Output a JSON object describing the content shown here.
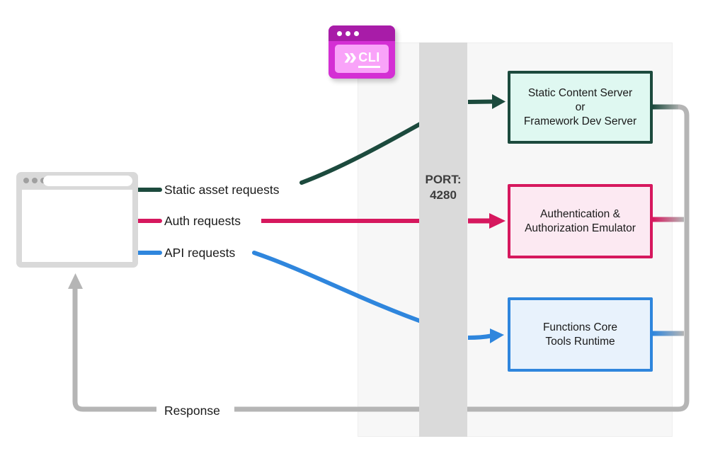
{
  "diagram": {
    "labels": {
      "static_requests": "Static asset requests",
      "auth_requests": "Auth requests",
      "api_requests": "API requests",
      "response": "Response"
    },
    "port": {
      "line1": "PORT:",
      "line2": "4280"
    },
    "cli_icon": {
      "chevrons": "»",
      "label": "CLI"
    },
    "boxes": [
      {
        "id": "static-content-server",
        "lines": [
          "Static Content Server",
          "or",
          "Framework Dev Server"
        ]
      },
      {
        "id": "auth-emulator",
        "lines": [
          "Authentication &",
          "Authorization Emulator"
        ]
      },
      {
        "id": "functions-runtime",
        "lines": [
          "Functions Core",
          "Tools Runtime"
        ]
      }
    ],
    "colors": {
      "green": "#1c4a3d",
      "pink": "#d6185e",
      "blue": "#2f86dd",
      "gray_line": "#b5b5b5",
      "panel_bg": "#f7f7f7",
      "panel_border": "#eeeeee",
      "port_bar_bg": "#dadada",
      "port_text": "#3d3d3d",
      "mint_fill": "#dff8f1",
      "pink_fill": "#fce9f2",
      "blue_fill": "#e8f2fc",
      "browser_frame": "#d9d9d9",
      "browser_dot": "#a0a0a0",
      "cli_topbar": "#a81ca8",
      "cli_frame": "#d42fd4",
      "cli_inner": "#f9a3f9",
      "text": "#1a1a1a"
    }
  }
}
